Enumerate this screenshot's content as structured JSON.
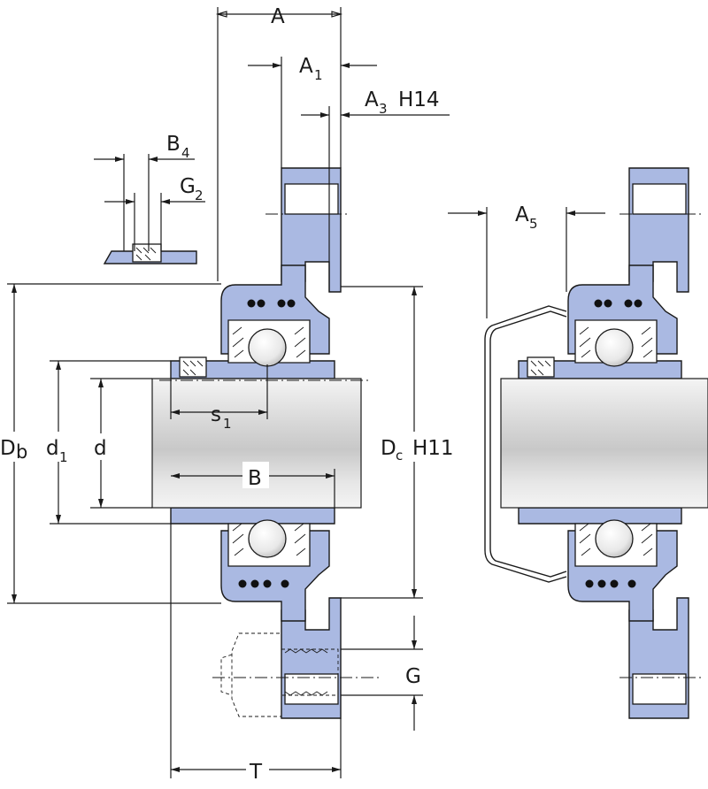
{
  "labels": {
    "A": "A",
    "A1_main": "A",
    "A1_sub": "1",
    "A3_main": "A",
    "A3_sub": "3",
    "A3_tol": "H14",
    "B4_main": "B",
    "B4_sub": "4",
    "G2_main": "G",
    "G2_sub": "2",
    "A5_main": "A",
    "A5_sub": "5",
    "Db_main": "D",
    "Db_sub": "b",
    "d1_main": "d",
    "d1_sub": "1",
    "d": "d",
    "s1_main": "s",
    "s1_sub": "1",
    "B": "B",
    "Dc_main": "D",
    "Dc_sub": "c",
    "Dc_tol": "H11",
    "G": "G",
    "T": "T"
  },
  "colors": {
    "part": "#aab9e2",
    "line": "#1a1a1a",
    "background": "#ffffff"
  }
}
